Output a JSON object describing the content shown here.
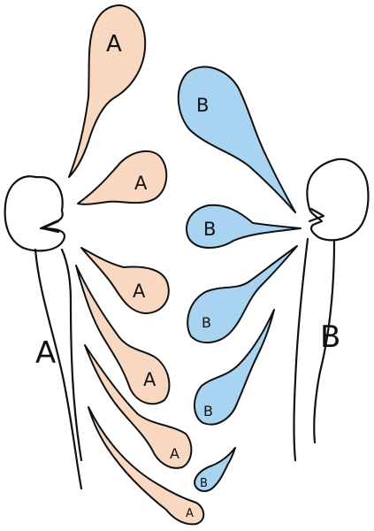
{
  "colors": {
    "speaker_a_bubble": "#f8d8c0",
    "speaker_b_bubble": "#a8d4f2",
    "outline": "#111111",
    "background": "#ffffff"
  },
  "speakers": {
    "a": {
      "label": "A"
    },
    "b": {
      "label": "B"
    }
  },
  "bubbles_a": [
    {
      "text": "A"
    },
    {
      "text": "A"
    },
    {
      "text": "A"
    },
    {
      "text": "A"
    },
    {
      "text": "A"
    },
    {
      "text": "A"
    }
  ],
  "bubbles_b": [
    {
      "text": "B"
    },
    {
      "text": "B"
    },
    {
      "text": "B"
    },
    {
      "text": "B"
    },
    {
      "text": "B"
    }
  ]
}
